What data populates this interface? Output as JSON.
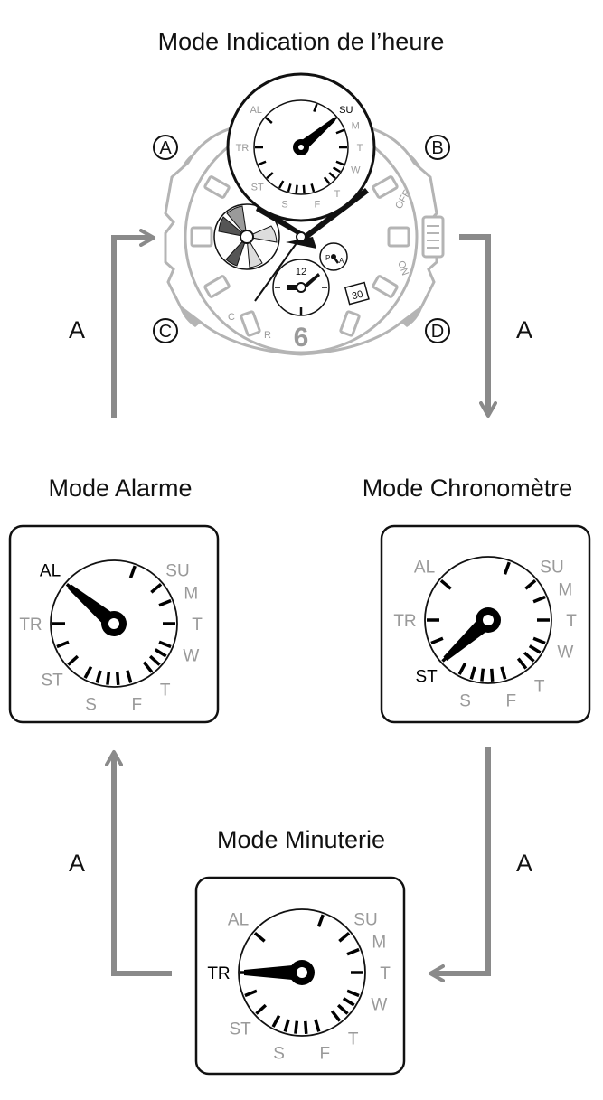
{
  "modes": {
    "timekeeping": "Mode Indication de l’heure",
    "alarm": "Mode Alarme",
    "stopwatch": "Mode Chronomètre",
    "timer": "Mode Minuterie"
  },
  "arrow_label": "A",
  "buttons": {
    "a": "A",
    "b": "B",
    "c": "C",
    "d": "D"
  },
  "dial_labels": [
    "AL",
    "SU",
    "M",
    "T",
    "W",
    "T",
    "F",
    "S",
    "ST",
    "TR"
  ],
  "watch": {
    "bezel_off": "OFF",
    "bezel_on": "ON",
    "bezel_c": "C",
    "bezel_r": "R",
    "six": "6",
    "twelve": "12",
    "date": "30",
    "pm_p": "P",
    "pm_a": "A"
  },
  "colors": {
    "arrow": "#8a8a8a",
    "inactive_label": "#9a9a9a",
    "active_label": "#000000",
    "case": "#b4b4b4"
  }
}
